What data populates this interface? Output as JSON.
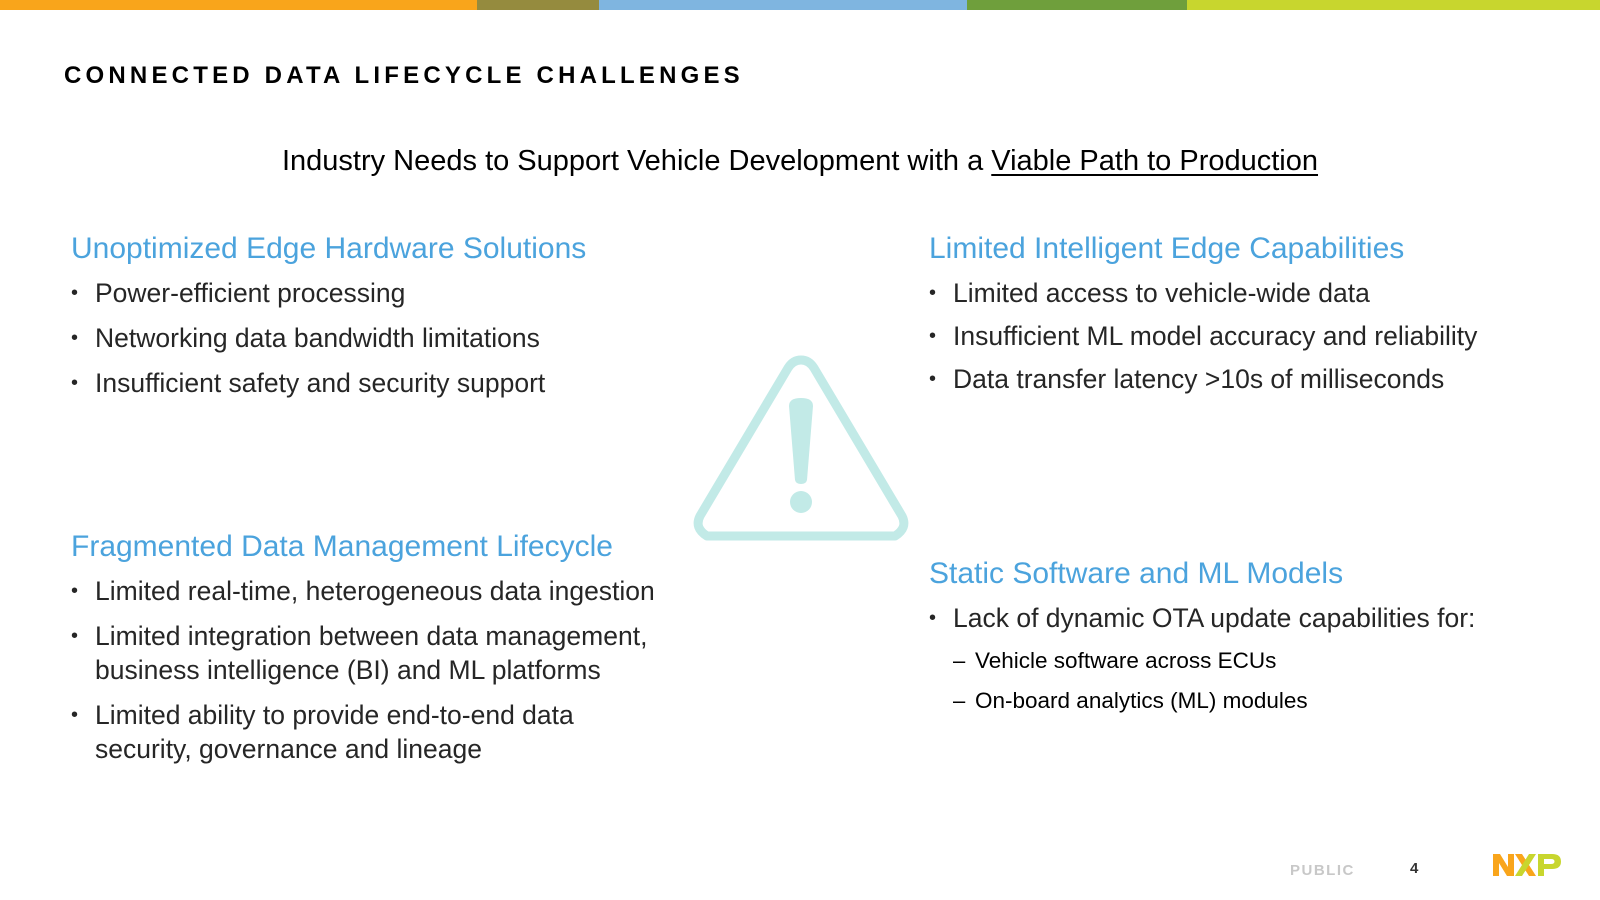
{
  "colors": {
    "bar_orange": "#F9A51B",
    "bar_olive": "#958B3E",
    "bar_blue": "#7FB5E0",
    "bar_green": "#6F9F3C",
    "bar_lime": "#C8D62E",
    "heading_blue": "#4BA3DD",
    "warning_teal": "#C2EAE7",
    "footer_gray": "#C8C8C8",
    "logo_orange": "#F9A51B",
    "logo_lime": "#C8D62E"
  },
  "slide": {
    "title": "CONNECTED DATA LIFECYCLE CHALLENGES",
    "subtitle_prefix": "Industry Needs to Support Vehicle Development with a ",
    "subtitle_link": "Viable Path to Production"
  },
  "sections": [
    {
      "heading": "Unoptimized Edge Hardware Solutions",
      "items": [
        "Power-efficient processing",
        "Networking data bandwidth limitations",
        "Insufficient safety and security support"
      ]
    },
    {
      "heading": "Limited Intelligent Edge Capabilities",
      "items": [
        "Limited access to vehicle-wide data",
        "Insufficient ML model accuracy and reliability",
        "Data transfer latency >10s of milliseconds"
      ]
    },
    {
      "heading": "Fragmented Data Management Lifecycle",
      "items": [
        "Limited real-time, heterogeneous data ingestion",
        "Limited integration between data management, business intelligence (BI) and ML platforms",
        "Limited ability to provide end-to-end data security, governance and lineage"
      ]
    },
    {
      "heading": "Static Software and ML Models",
      "items": [
        "Lack of dynamic OTA update capabilities for:"
      ],
      "subitems": [
        "Vehicle software across ECUs",
        "On-board analytics (ML) modules"
      ]
    }
  ],
  "bullets": {
    "main": "•",
    "sub": "–"
  },
  "icons": {
    "center": "warning-triangle-icon",
    "logo": "nxp-logo"
  },
  "footer": {
    "classification": "PUBLIC",
    "page_number": "4",
    "logo_text": "NXP"
  }
}
